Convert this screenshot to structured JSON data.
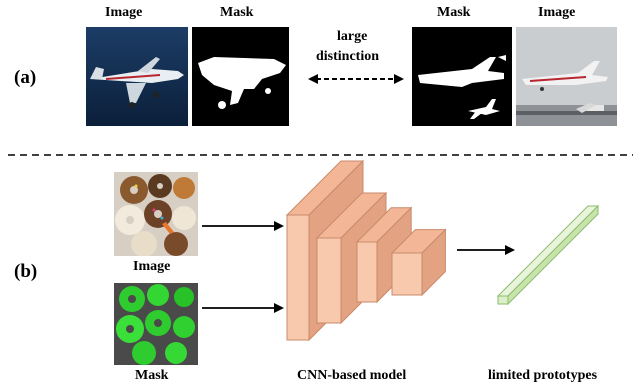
{
  "panel_a": {
    "label": "(a)",
    "left_image_caption": "Image",
    "left_mask_caption": "Mask",
    "center_text_line1": "large",
    "center_text_line2": "distinction",
    "right_mask_caption": "Mask",
    "right_image_caption": "Image"
  },
  "panel_b": {
    "label": "(b)",
    "image_caption": "Image",
    "mask_caption": "Mask",
    "model_caption": "CNN-based model",
    "prototypes_caption": "limited prototypes"
  },
  "colors": {
    "block_front": "#f8c9ad",
    "block_top": "#f3b797",
    "block_side": "#e3a383",
    "block_stroke": "#c98a6a",
    "prototype_fill": "#dcefc8",
    "prototype_stroke": "#8dbd6c",
    "donut_bg": "#d8cfc4",
    "mask_green": "#2ecc2e"
  }
}
